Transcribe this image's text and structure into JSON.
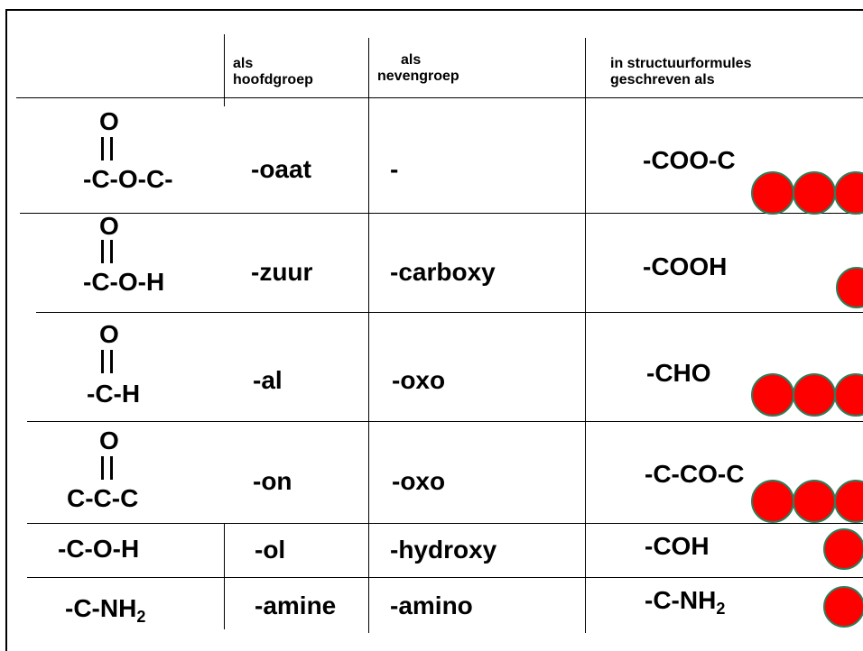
{
  "headers": {
    "col_main": [
      "als",
      "hoofdgroep"
    ],
    "col_side": [
      "als",
      "nevengroep"
    ],
    "col_formula": [
      "in structuurformules",
      "geschreven als"
    ]
  },
  "rows": [
    {
      "structure_top": "O",
      "structure_bottom": "-C-O-C-",
      "main": "-oaat",
      "side": "-",
      "formula": "-COO-C",
      "formula_sub": ""
    },
    {
      "structure_top": "O",
      "structure_bottom": "-C-O-H",
      "main": "-zuur",
      "side": "-carboxy",
      "formula": "-COOH",
      "formula_sub": ""
    },
    {
      "structure_top": "O",
      "structure_bottom": "-C-H",
      "main": "-al",
      "side": "-oxo",
      "formula": "-CHO",
      "formula_sub": ""
    },
    {
      "structure_top": "O",
      "structure_bottom": "C-C-C",
      "main": "-on",
      "side": "-oxo",
      "formula": "-C-CO-C",
      "formula_sub": ""
    },
    {
      "structure_top": "",
      "structure_bottom": "-C-O-H",
      "main": "-ol",
      "side": "-hydroxy",
      "formula": "-COH",
      "formula_sub": ""
    },
    {
      "structure_top": "",
      "structure_bottom": "-C-NH",
      "structure_sub": "2",
      "main": "-amine",
      "side": "-amino",
      "formula": "-C-NH",
      "formula_sub": "2"
    }
  ],
  "colors": {
    "ball_fill": "#ff0000",
    "ball_outline": "#2e7d5a"
  }
}
